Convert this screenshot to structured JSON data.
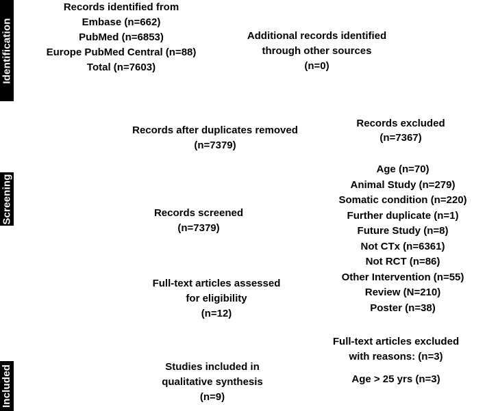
{
  "sidebar": {
    "identification": "Identification",
    "screening": "Screening",
    "included": "Included"
  },
  "flow": {
    "records_identified": [
      "Records identified from",
      "Embase (n=662)",
      "PubMed (n=6853)",
      "Europe PubMed Central (n=88)",
      "Total (n=7603)"
    ],
    "additional_records": [
      "Additional records identified",
      "through other sources",
      "(n=0)"
    ],
    "duplicates_removed": [
      "Records after duplicates removed",
      "(n=7379)"
    ],
    "records_excluded": [
      "Records excluded",
      "(n=7367)"
    ],
    "exclusion_reasons": [
      "Age (n=70)",
      "Animal Study (n=279)",
      "Somatic condition (n=220)",
      "Further duplicate (n=1)",
      "Future Study (n=8)",
      "Not CTx (n=6361)",
      "Not RCT (n=86)",
      "Other Intervention (n=55)",
      "Review (N=210)",
      "Poster (n=38)"
    ],
    "records_screened": [
      "Records screened",
      "(n=7379)"
    ],
    "fulltext_assessed": [
      "Full-text articles assessed",
      "for eligibility",
      "(n=12)"
    ],
    "fulltext_excluded": [
      "Full-text articles excluded",
      "with reasons: (n=3)",
      "Age > 25 yrs (n=3)"
    ],
    "studies_included": [
      "Studies included in",
      "qualitative synthesis",
      "(n=9)"
    ]
  },
  "colors": {
    "bar_background": "#000000",
    "bar_text": "#ffffff",
    "body_text": "#000000",
    "page_background": "#ffffff"
  }
}
